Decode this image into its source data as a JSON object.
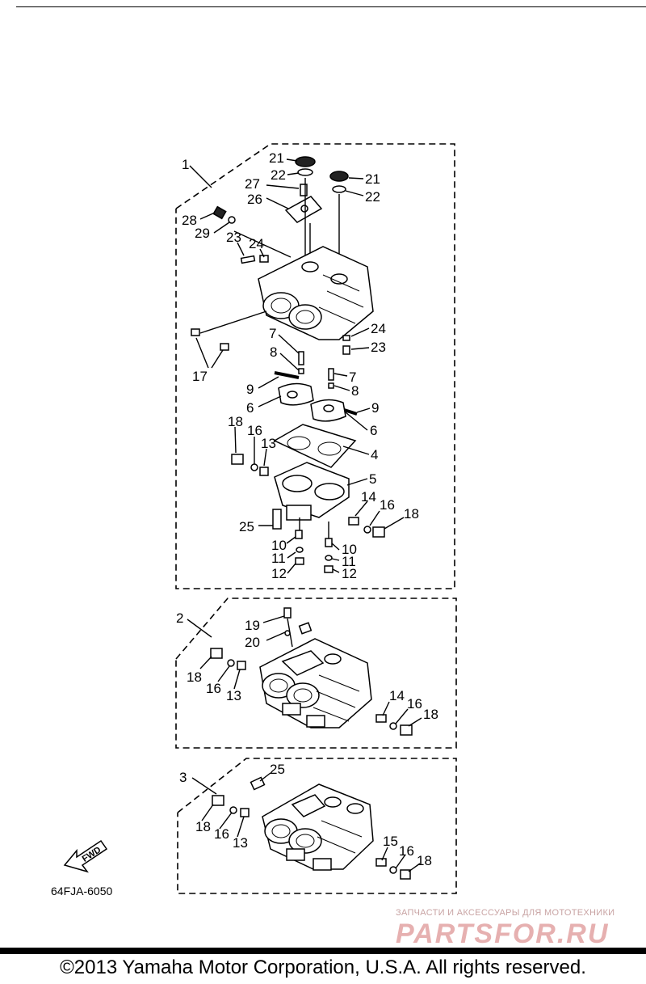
{
  "assemblies": {
    "a1": "1",
    "a2": "2",
    "a3": "3"
  },
  "callouts_top": {
    "c21a": "21",
    "c22a": "22",
    "c21b": "21",
    "c22b": "22",
    "c27": "27",
    "c26": "26",
    "c28": "28",
    "c29": "29",
    "c23a": "23",
    "c24a": "24",
    "c24b": "24",
    "c23b": "23",
    "c17": "17",
    "c7a": "7",
    "c8a": "8",
    "c7b": "7",
    "c8b": "8",
    "c9a": "9",
    "c6a": "6",
    "c9b": "9",
    "c6b": "6",
    "c4": "4",
    "c18a": "18",
    "c16a": "16",
    "c13a": "13",
    "c5": "5",
    "c14a": "14",
    "c16b": "16",
    "c18b": "18",
    "c25a": "25",
    "c10a": "10",
    "c11a": "11",
    "c12a": "12",
    "c10b": "10",
    "c11b": "11",
    "c12b": "12"
  },
  "callouts_mid": {
    "c19": "19",
    "c20": "20",
    "c18c": "18",
    "c16c": "16",
    "c13b": "13",
    "c14b": "14",
    "c16d": "16",
    "c18d": "18"
  },
  "callouts_bot": {
    "c25b": "25",
    "c18e": "18",
    "c16e": "16",
    "c13c": "13",
    "c15": "15",
    "c16f": "16",
    "c18f": "18"
  },
  "fwd_label": "FWD",
  "part_number": "64FJA-6050",
  "watermark_small": "ЗАПЧАСТИ И АКСЕССУАРЫ ДЛЯ МОТОТЕХНИКИ",
  "watermark_big": "PARTSFOR.RU",
  "copyright": "©2013 Yamaha Motor Corporation, U.S.A. All rights reserved."
}
